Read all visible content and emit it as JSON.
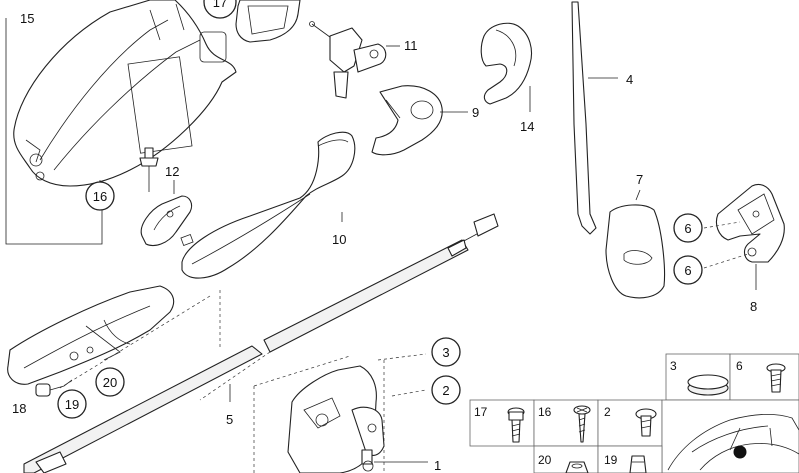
{
  "labels": {
    "l1": "1",
    "l2": "2",
    "l3": "3",
    "l4": "4",
    "l5": "5",
    "l6a": "6",
    "l6b": "6",
    "l7": "7",
    "l8": "8",
    "l9": "9",
    "l10": "10",
    "l11": "11",
    "l12": "12",
    "l14": "14",
    "l15": "15",
    "l16": "16",
    "l17": "17",
    "l18": "18",
    "l19": "19",
    "l20": "20"
  },
  "grid": {
    "c3": "3",
    "c6": "6",
    "c17": "17",
    "c16": "16",
    "c2": "2",
    "c20": "20",
    "c19": "19"
  }
}
